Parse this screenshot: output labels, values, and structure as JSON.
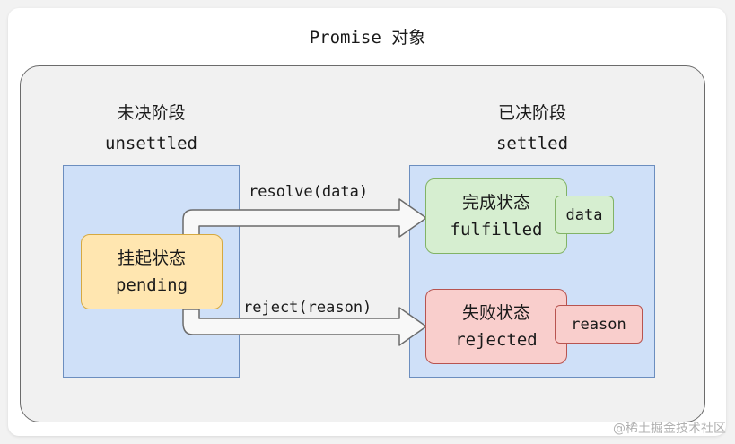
{
  "title": "Promise 对象",
  "unsettled": {
    "zh": "未决阶段",
    "en": "unsettled"
  },
  "settled": {
    "zh": "已决阶段",
    "en": "settled"
  },
  "pending": {
    "zh": "挂起状态",
    "en": "pending"
  },
  "fulfilled": {
    "zh": "完成状态",
    "en": "fulfilled",
    "tag": "data"
  },
  "rejected": {
    "zh": "失败状态",
    "en": "rejected",
    "tag": "reason"
  },
  "edges": {
    "resolve": "resolve(data)",
    "reject": "reject(reason)"
  },
  "watermark": "@稀土掘金技术社区",
  "colors": {
    "region_fill": "#cfe0f8",
    "region_stroke": "#6c8ebf",
    "pending_fill": "#ffe6b0",
    "fulfilled_fill": "#d6eed0",
    "rejected_fill": "#f9cecc"
  }
}
